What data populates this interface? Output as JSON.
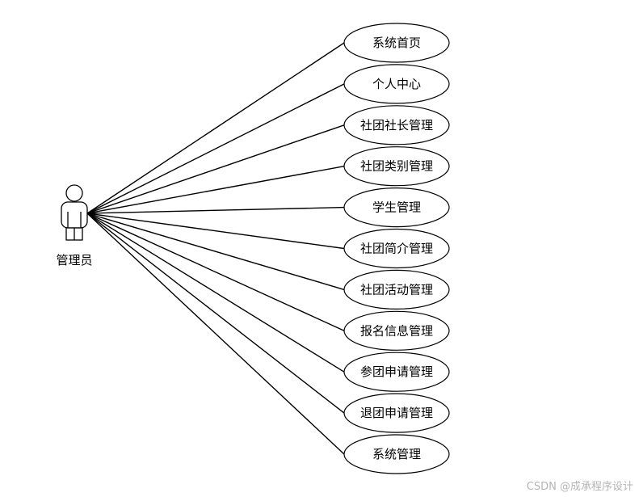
{
  "actor": {
    "label": "管理员",
    "icon": "person-icon"
  },
  "use_cases": [
    {
      "label": "系统首页"
    },
    {
      "label": "个人中心"
    },
    {
      "label": "社团社长管理"
    },
    {
      "label": "社团类别管理"
    },
    {
      "label": "学生管理"
    },
    {
      "label": "社团简介管理"
    },
    {
      "label": "社团活动管理"
    },
    {
      "label": "报名信息管理"
    },
    {
      "label": "参团申请管理"
    },
    {
      "label": "退团申请管理"
    },
    {
      "label": "系统管理"
    }
  ],
  "watermark": "CSDN @成承程序设计",
  "colors": {
    "stroke": "#000000",
    "background": "#ffffff",
    "watermark": "#b5b5b5"
  }
}
